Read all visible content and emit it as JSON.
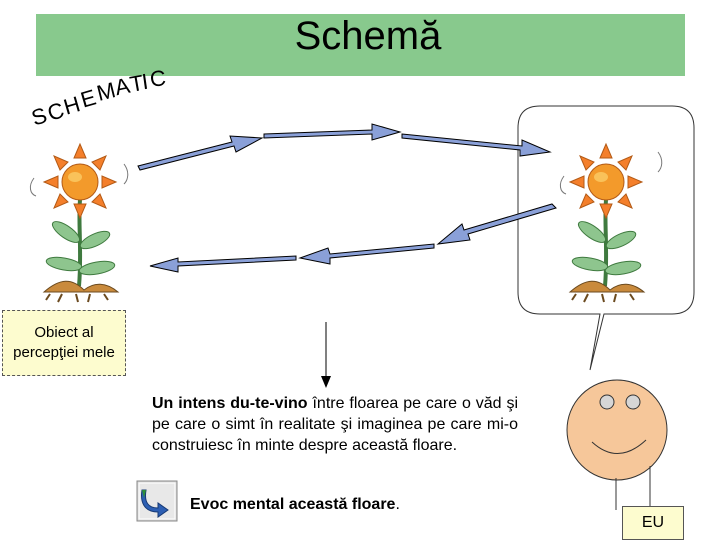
{
  "title": "Schemă",
  "wordart": [
    "S",
    "C",
    "H",
    "E",
    "M",
    "A",
    "T",
    "I",
    "C"
  ],
  "object_label": [
    "Obiect al",
    "percepţiei mele"
  ],
  "description": {
    "bold": "Un intens du-te-vino",
    "rest": " între floarea pe care o văd şi pe care o simt în realitate şi imaginea pe care mi-o construiesc în minte despre această floare."
  },
  "evoc": {
    "bold": "Evoc mental această floare",
    "end": "."
  },
  "me_label": "EU",
  "colors": {
    "title_bar": "#88c98d",
    "label_box": "#fdfccf",
    "face": "#f6c79a",
    "petal": "#f47f2b",
    "petal_light": "#f9b233",
    "center": "#f39a2b",
    "leaf": "#7fb27f"
  },
  "icons": [
    "flower-icon",
    "face-icon",
    "return-arrow-icon"
  ]
}
